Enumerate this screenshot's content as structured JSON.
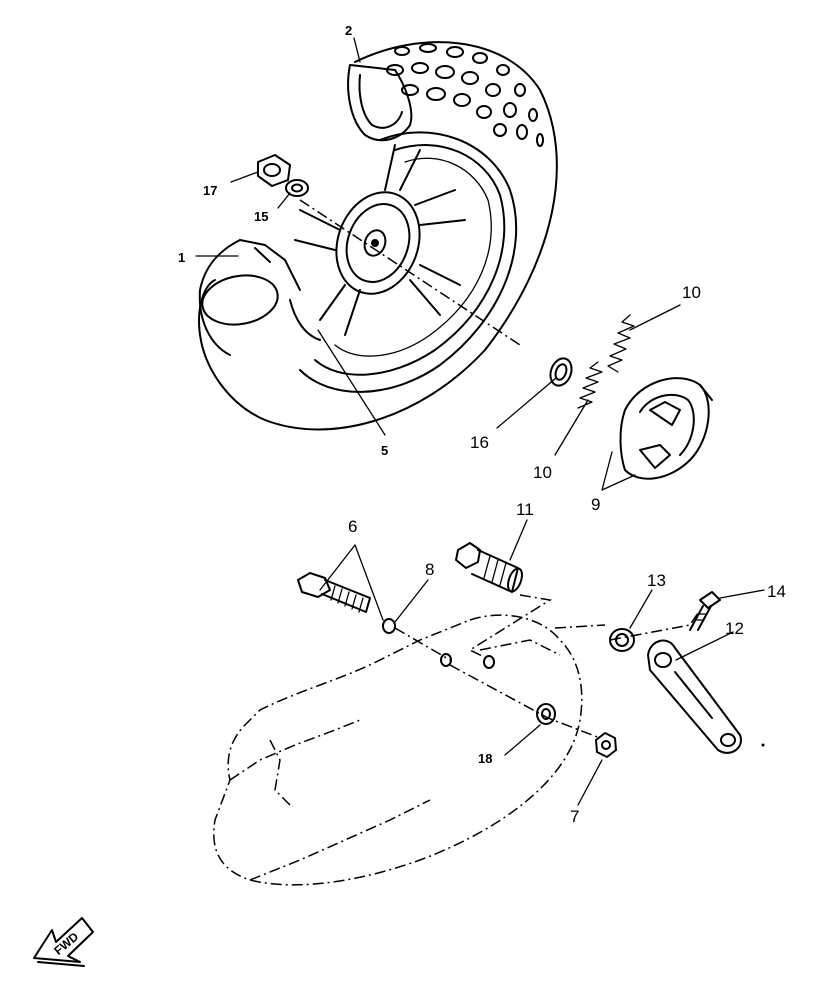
{
  "callouts": {
    "c1": "1",
    "c2": "2",
    "c5": "5",
    "c6": "6",
    "c7": "7",
    "c8": "8",
    "c9": "9",
    "c10a": "10",
    "c10b": "10",
    "c11": "11",
    "c12": "12",
    "c13": "13",
    "c14": "14",
    "c15": "15",
    "c16": "16",
    "c17": "17",
    "c18": "18"
  },
  "direction_marker": {
    "text": "FWD"
  }
}
